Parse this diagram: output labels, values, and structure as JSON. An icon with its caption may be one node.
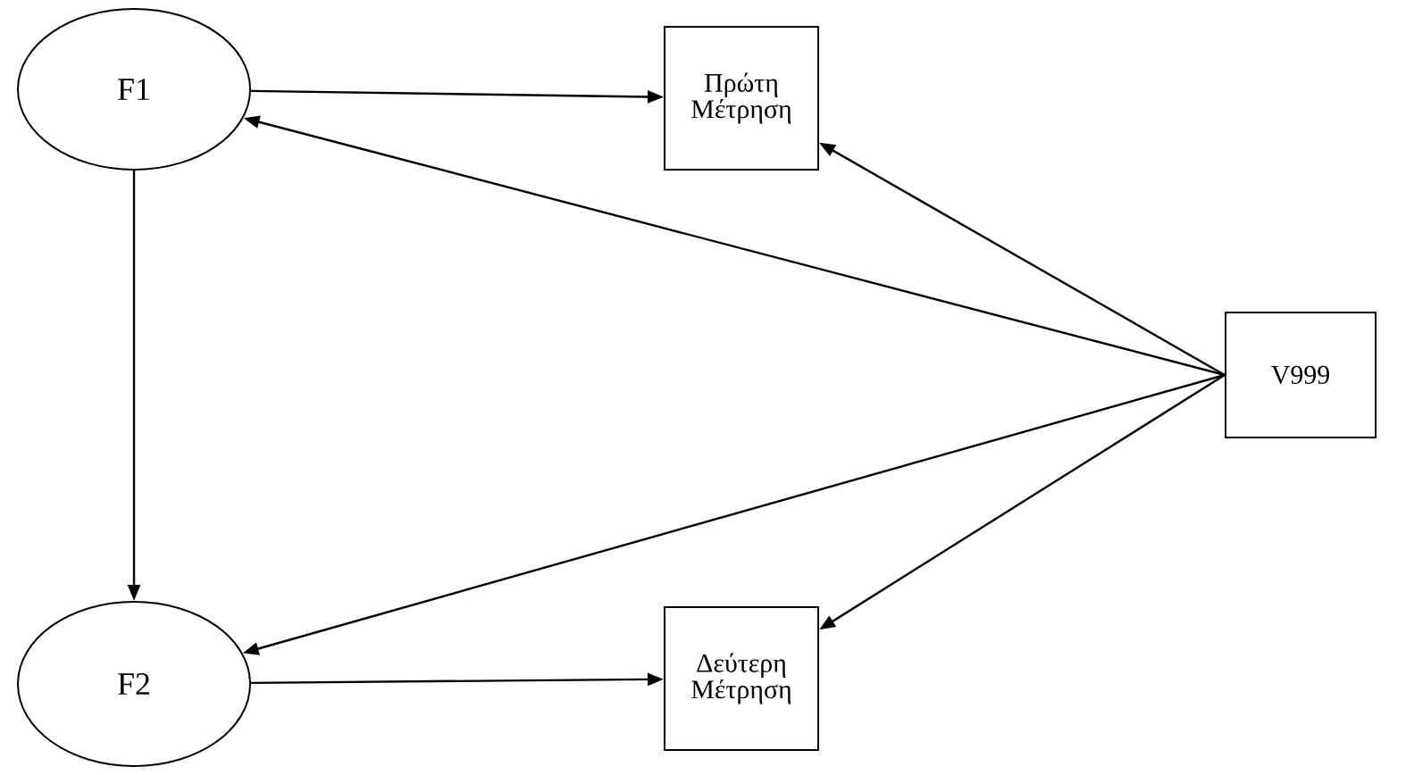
{
  "diagram": {
    "nodes": [
      {
        "text": [
          "F1"
        ]
      },
      {
        "text": [
          "Πρώτη Μέτρηση"
        ]
      },
      {
        "text": [
          "V999"
        ]
      },
      {
        "text": [
          "F2"
        ]
      },
      {
        "text": [
          "Δεύτερη Μέτρηση"
        ]
      }
    ],
    "edges": [
      {
        "from": 0,
        "to": 1,
        "arrow": "to"
      },
      {
        "from": 2,
        "to": 1,
        "arrow": "to"
      },
      {
        "from": 2,
        "to": 0,
        "arrow": "to"
      },
      {
        "from": 0,
        "to": 3,
        "arrow": "to"
      },
      {
        "from": 2,
        "to": 3,
        "arrow": "to"
      },
      {
        "from": 3,
        "to": 4,
        "arrow": "to"
      },
      {
        "from": 2,
        "to": 4,
        "arrow": "to"
      }
    ]
  }
}
